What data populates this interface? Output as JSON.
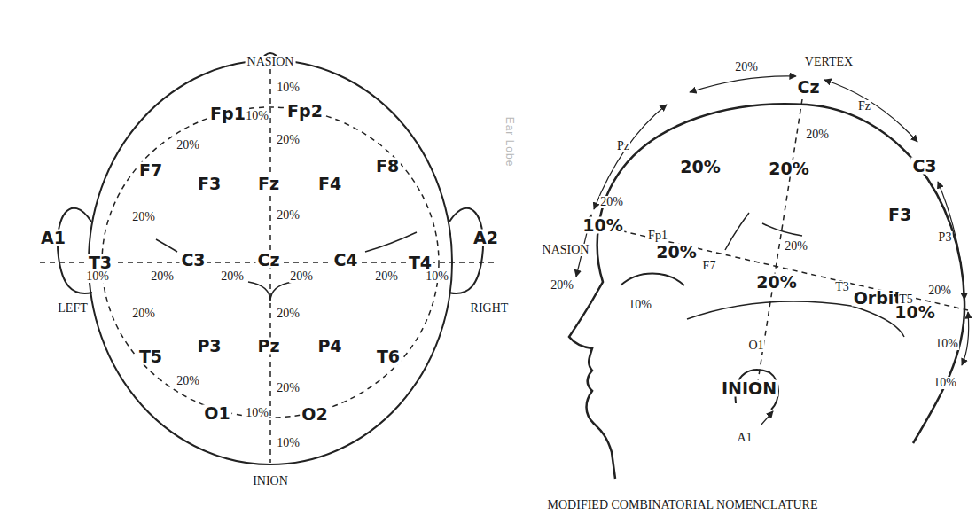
{
  "diagram": {
    "labels": [
      "NASION",
      "10%",
      "Fp1",
      "10%",
      "Fp2",
      "20%",
      "20%",
      "F7",
      "F3",
      "Fz",
      "F4",
      "F8",
      "20%",
      "20%",
      "A1",
      "T3",
      "C3",
      "Cz",
      "C4",
      "T4",
      "A2",
      "10%",
      "20%",
      "20%",
      "20%",
      "20%",
      "10%",
      "LEFT",
      "RIGHT",
      "20%",
      "20%",
      "P3",
      "Pz",
      "P4",
      "T5",
      "T6",
      "20%",
      "20%",
      "O1",
      "10%",
      "O2",
      "10%",
      "INION",
      "VERTEX",
      "Cz",
      "20%",
      "Fz",
      "20%",
      "20%",
      "C3",
      "Pz",
      "20%",
      "F3",
      "P3",
      "20%",
      "20%",
      "10%",
      "Fp1",
      "20%",
      "F7",
      "20%",
      "T3",
      "20%",
      "NASION",
      "10%",
      "Orbit",
      "T5",
      "20%",
      "10%",
      "O1",
      "10%",
      "10%",
      "INION",
      "A1",
      "Ear Lobe",
      "MODIFIED COMBINATORIAL NOMENCLATURE"
    ]
  }
}
